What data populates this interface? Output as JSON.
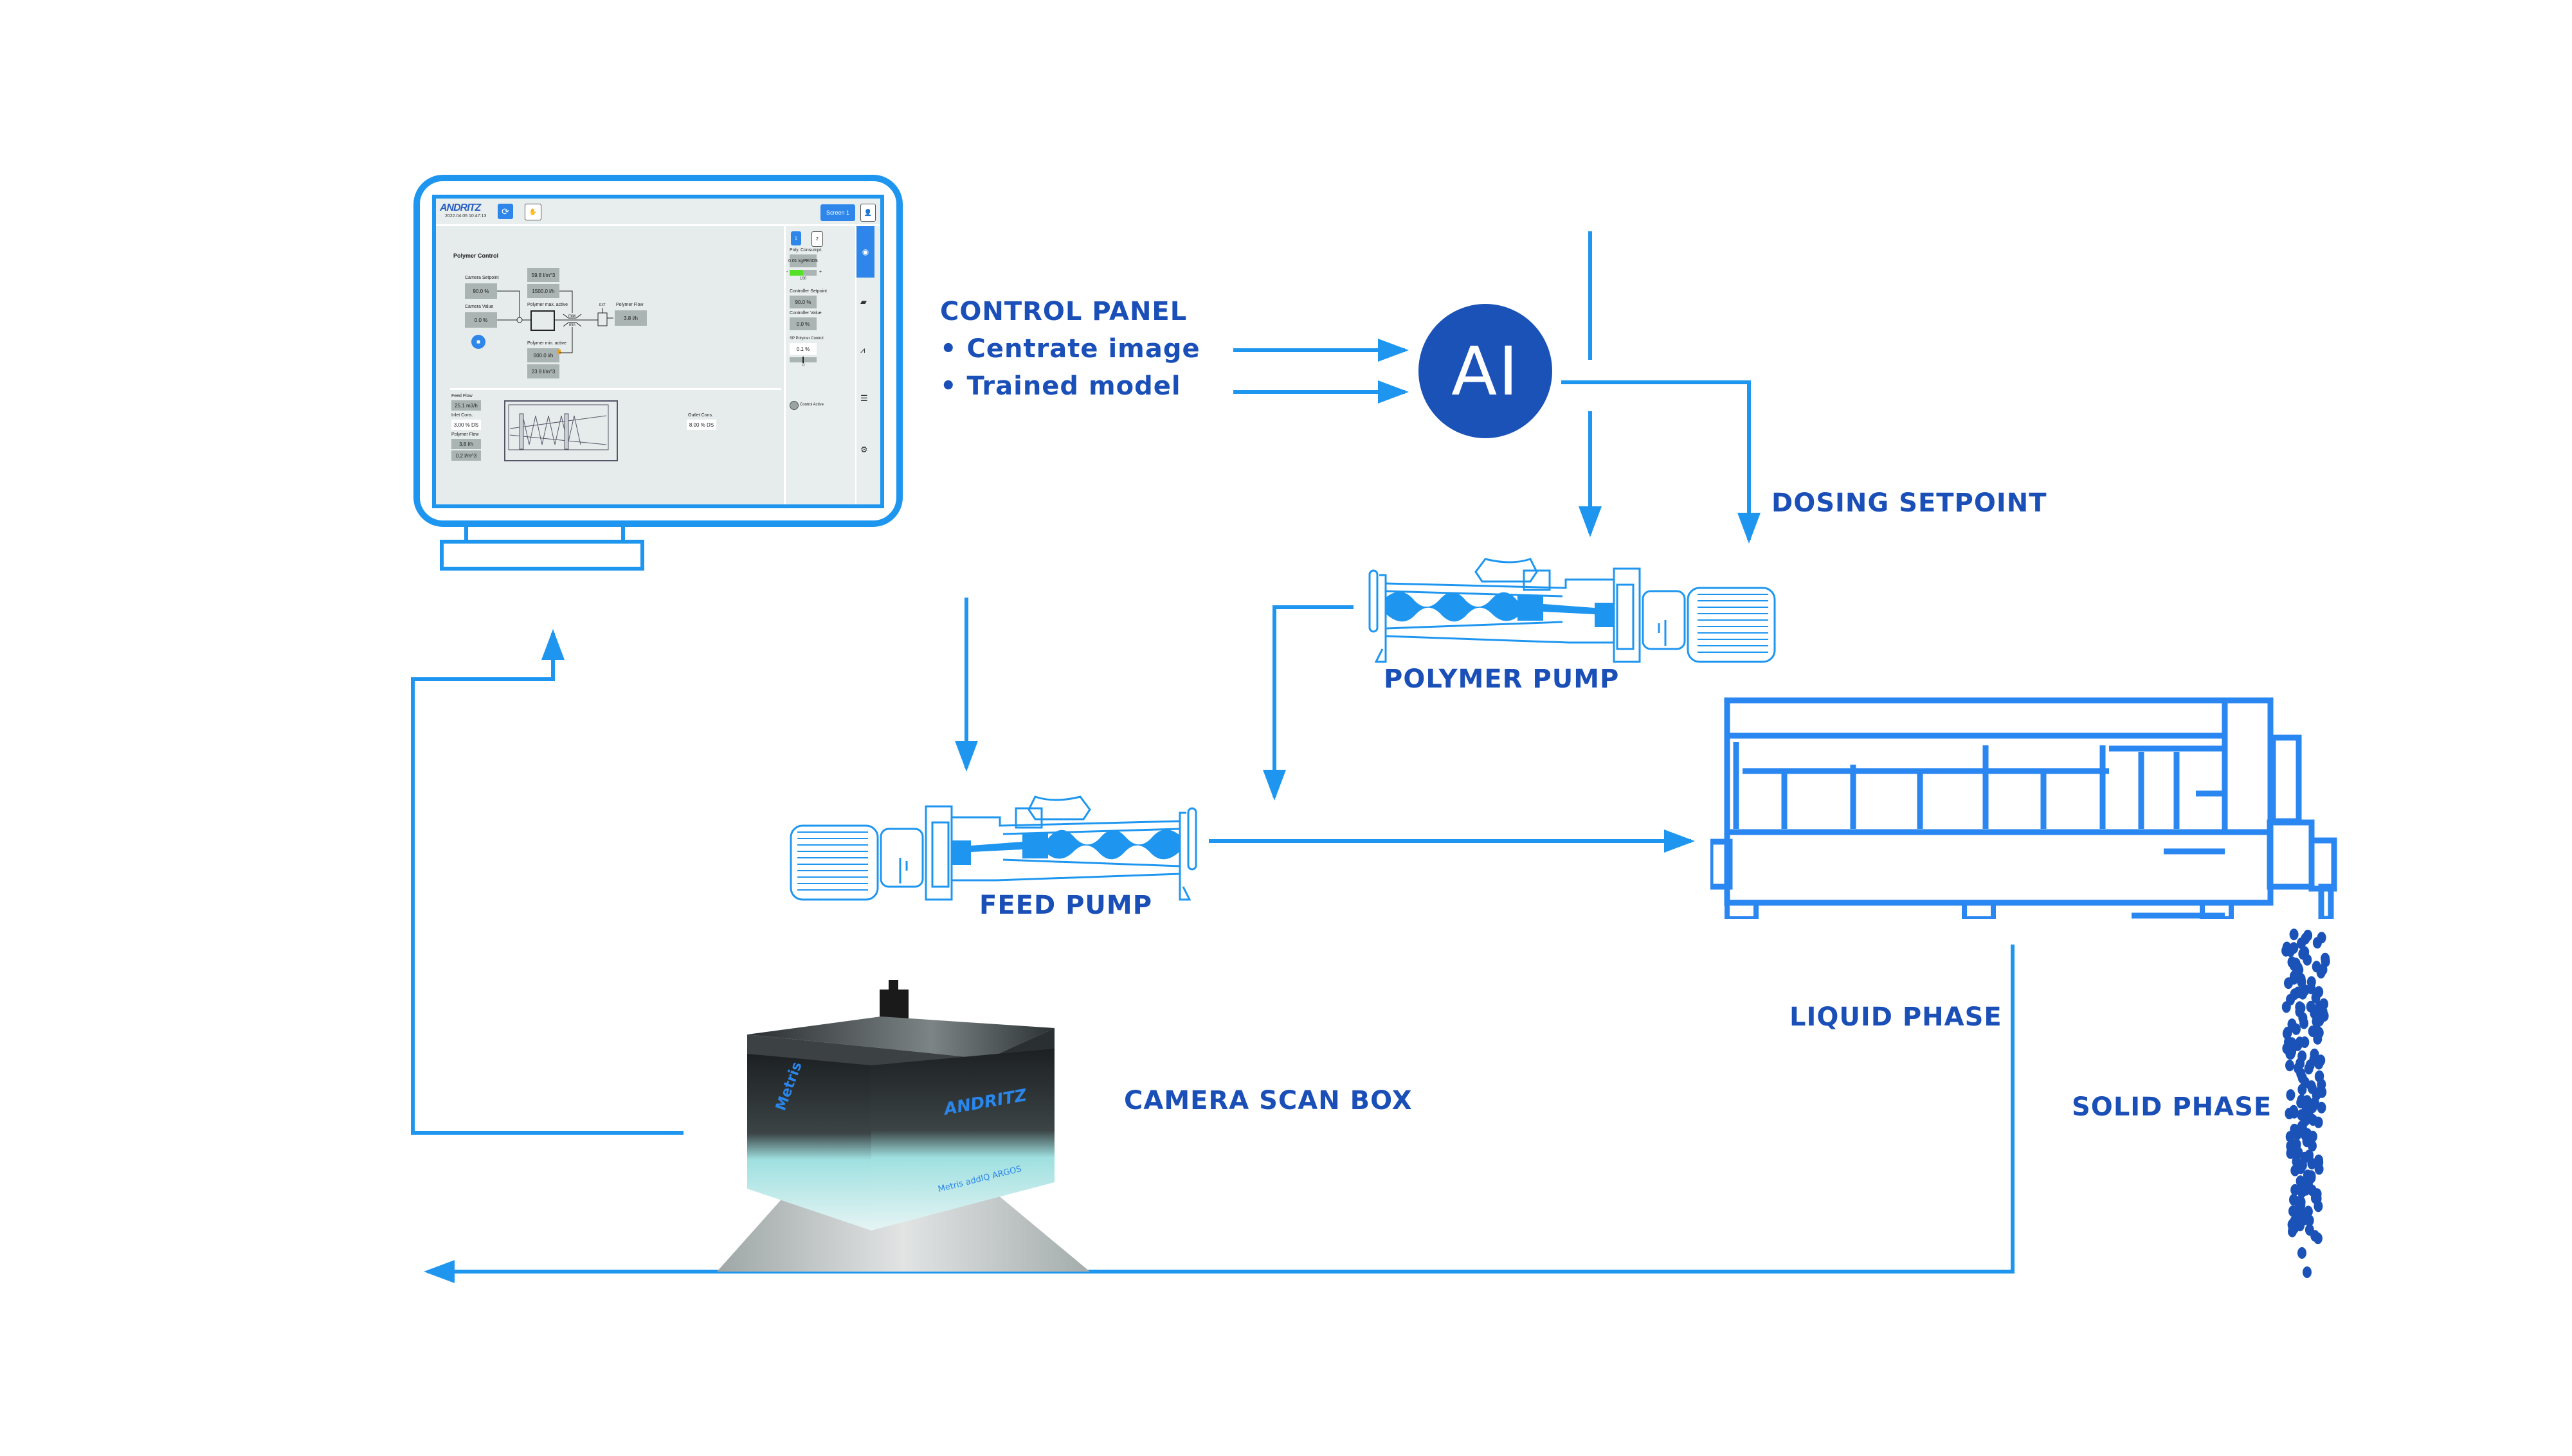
{
  "labels": {
    "control_panel_title": "CONTROL PANEL",
    "control_panel_bullets": [
      "• Centrate image",
      "• Trained model"
    ],
    "ai": "AI",
    "dosing_setpoint": "DOSING SETPOINT",
    "polymer_pump": "POLYMER PUMP",
    "feed_pump": "FEED PUMP",
    "camera_scan_box": "CAMERA SCAN BOX",
    "liquid_phase": "LIQUID PHASE",
    "solid_phase": "SOLID PHASE"
  },
  "colors": {
    "arrow": "#1e96f0",
    "label": "#1a4fb8",
    "ai_circle": "#1a52b8",
    "equipment": "#2a86f0"
  },
  "hmi": {
    "brand": "ANDRITZ",
    "datetime": "2022.04.05 10:47:13",
    "screen_button": "Screen 1",
    "section_title": "Polymer Control",
    "camera_setpoint": {
      "label": "Camera Setpoint",
      "value": "90.0   %"
    },
    "camera_value": {
      "label": "Camera Value",
      "value": "0.0   %"
    },
    "max_block": {
      "label": "Polymer max. active",
      "value_per_m3": "59.8   l/m^3",
      "value_flow": "1500.0   l/h"
    },
    "min_block": {
      "label": "Polymer min. active",
      "value_flow": "600.0   l/h",
      "value_per_m3": "23.9   l/m^3"
    },
    "limiter_max": "max",
    "limiter_min": "min",
    "ext_label": "EXT",
    "polymer_flow_top": {
      "label": "Polymer Flow",
      "value": "3.8   l/h"
    },
    "feed_flow": {
      "label": "Feed Flow",
      "value": "25.1   m3/h"
    },
    "inlet_cons": {
      "label": "Inlet Cons.",
      "value": "3.00   % DS"
    },
    "polymer_flow_bottom": {
      "label": "Polymer Flow",
      "value_flow": "3.8   l/h",
      "value_per_m3": "0.2   l/m^3"
    },
    "outlet_cons": {
      "label": "Outlet Cons.",
      "value": "8.00   % DS"
    },
    "side": {
      "unit_tabs": [
        "1",
        "2"
      ],
      "poly_consumpt": {
        "label": "Poly. Consumpt.",
        "value": "0.01  kgPE/tDS",
        "bar_scale": "100",
        "bar_fill_fraction": 0.5
      },
      "controller_setpoint": {
        "label": "Controller Setpoint",
        "value": "90.0    %"
      },
      "controller_value": {
        "label": "Controller Value",
        "value": "0.0   %"
      },
      "sp_polymer_control": {
        "label": "SP Polymer Control",
        "value": "0.1  %",
        "bar_scale": "0"
      },
      "bar_minus": "-",
      "bar_plus": "+",
      "control_active": "Control Active"
    },
    "nav_icons": [
      "eye-icon",
      "camera-icon",
      "trend-chart-icon",
      "report-icon",
      "gear-icon"
    ]
  },
  "scan_box": {
    "brand_left": "Metris",
    "brand_right": "ANDRITZ",
    "product": "Metris addIQ ARGOS"
  }
}
